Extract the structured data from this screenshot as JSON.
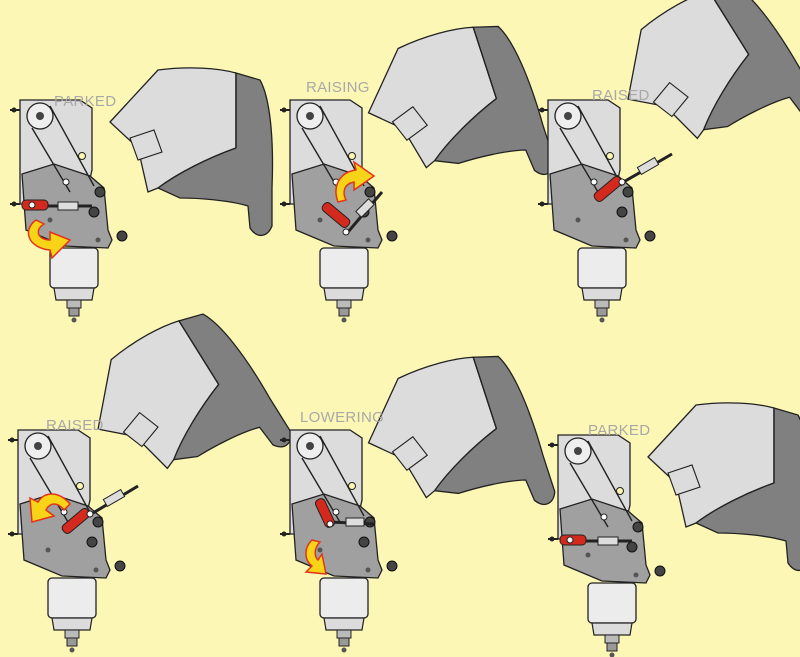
{
  "panels": [
    {
      "label": "PARKED",
      "state": "parked",
      "arrow": "rotate-down",
      "headlight_angle": 0
    },
    {
      "label": "RAISING",
      "state": "raising",
      "arrow": "rotate-up",
      "headlight_angle": 30
    },
    {
      "label": "RAISED",
      "state": "raised",
      "arrow": "none",
      "headlight_angle": 60
    },
    {
      "label": "RAISED",
      "state": "raised",
      "arrow": "rotate-left",
      "headlight_angle": 60
    },
    {
      "label": "LOWERING",
      "state": "lowering",
      "arrow": "rotate-down-left",
      "headlight_angle": 30
    },
    {
      "label": "PARKED",
      "state": "parked",
      "arrow": "none",
      "headlight_angle": 0
    }
  ],
  "colors": {
    "background": "#fdf7b6",
    "label": "#a8a8a8",
    "light_gray": "#dcdcdc",
    "dark_gray": "#808080",
    "crank": "#d42a1e",
    "arrow_fill": "#f7d417",
    "arrow_outline": "#e2341c"
  }
}
